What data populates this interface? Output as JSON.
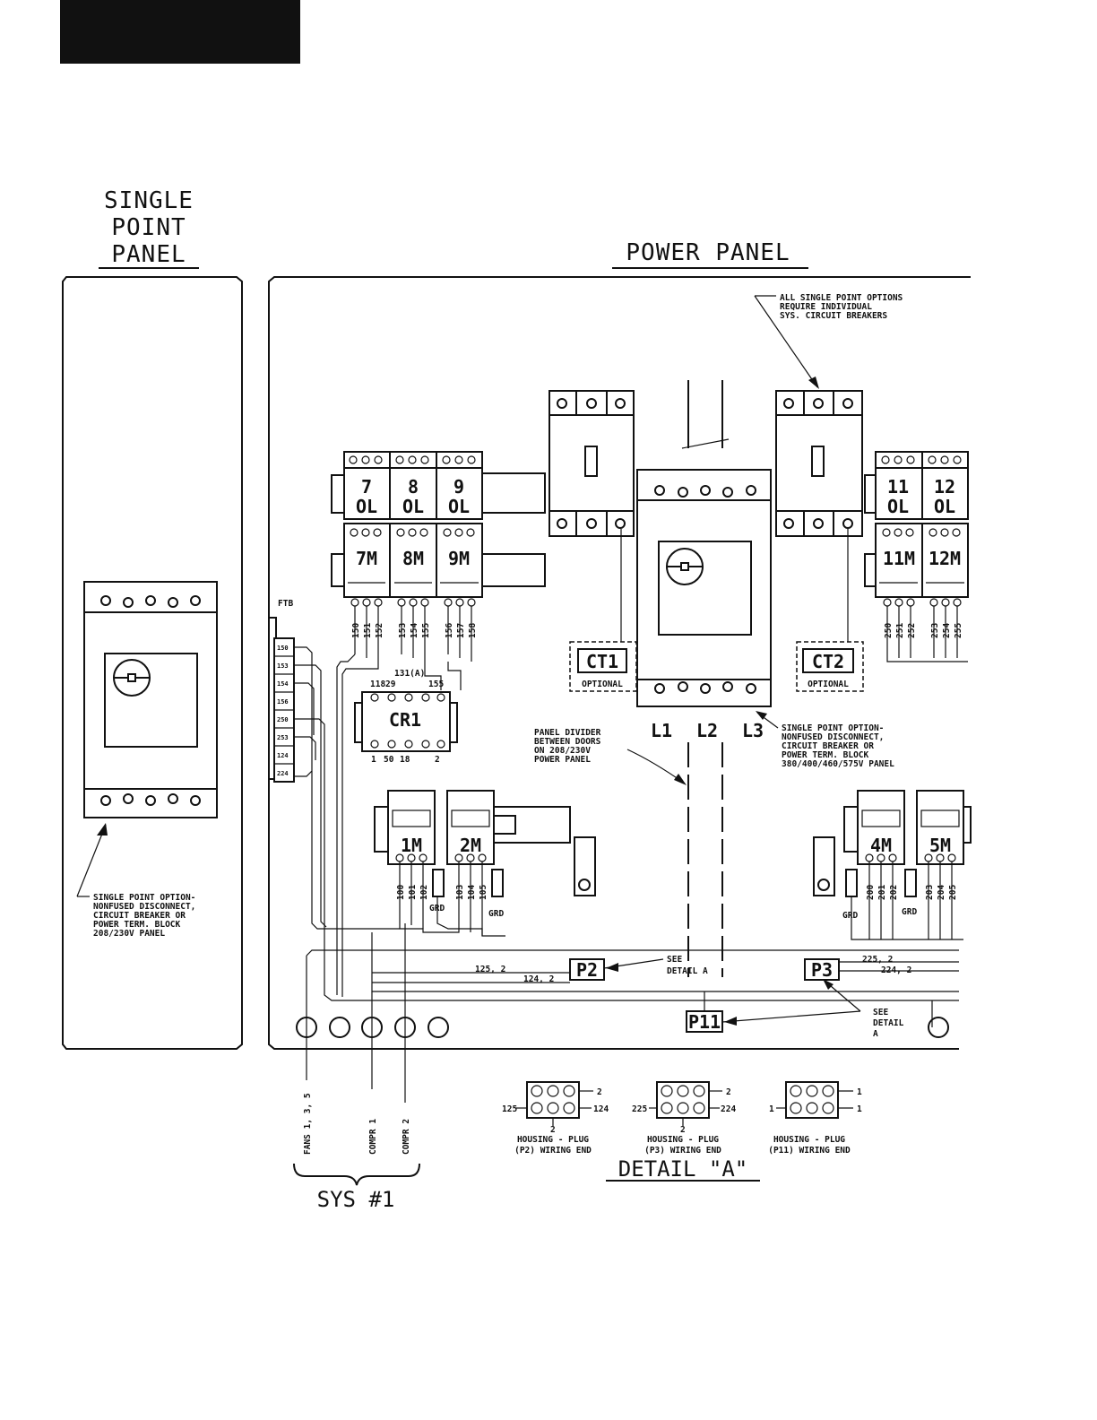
{
  "titles": {
    "single_point_panel": [
      "SINGLE",
      "POINT",
      "PANEL"
    ],
    "power_panel": "POWER PANEL",
    "detail_a": "DETAIL \"A\"",
    "sys1": "SYS #1"
  },
  "notes": {
    "sys_breakers": [
      "ALL SINGLE POINT OPTIONS",
      "REQUIRE INDIVIDUAL",
      "SYS. CIRCUIT BREAKERS"
    ],
    "left_disconnect": [
      "SINGLE POINT OPTION-",
      "NONFUSED DISCONNECT,",
      "CIRCUIT BREAKER OR",
      "POWER TERM. BLOCK",
      "208/230V PANEL"
    ],
    "right_disconnect": [
      "SINGLE POINT OPTION-",
      "NONFUSED DISCONNECT,",
      "CIRCUIT BREAKER OR",
      "POWER TERM. BLOCK",
      "380/400/460/575V PANEL"
    ],
    "panel_divider": [
      "PANEL DIVIDER",
      "BETWEEN DOORS",
      "ON 208/230V",
      "POWER PANEL"
    ],
    "see_detail_p2": [
      "SEE",
      "DETAIL A"
    ],
    "see_detail_p11": [
      "SEE",
      "DETAIL",
      "A"
    ]
  },
  "components": {
    "ol": [
      "7",
      "8",
      "9"
    ],
    "ol_right": [
      "11",
      "12"
    ],
    "ol_suffix": "OL",
    "contactors_top": [
      "7M",
      "8M",
      "9M"
    ],
    "contactors_right_top": [
      "11M",
      "12M"
    ],
    "contactors_low": [
      "1M",
      "2M"
    ],
    "contactors_right_low": [
      "4M",
      "5M"
    ],
    "cr1": "CR1",
    "ct1": "CT1",
    "ct2": "CT2",
    "optional": "OPTIONAL",
    "lines": [
      "L1",
      "L2",
      "L3"
    ],
    "ftb": "FTB",
    "p2": "P2",
    "p3": "P3",
    "p11": "P11",
    "grd": "GRD"
  },
  "wires": {
    "top_7_9": [
      "150",
      "151",
      "152",
      "153",
      "154",
      "155",
      "156",
      "157",
      "158"
    ],
    "top_11_12": [
      "250",
      "251",
      "252",
      "253",
      "254",
      "255"
    ],
    "low_1_2": [
      "100",
      "101",
      "102",
      "103",
      "104",
      "105"
    ],
    "low_4_5": [
      "200",
      "201",
      "202",
      "203",
      "204",
      "205"
    ],
    "ftb_terms": [
      "150",
      "153",
      "154",
      "156",
      "250",
      "253",
      "124",
      "224"
    ],
    "cr1_top": [
      "118",
      "29",
      "131(A)",
      "155"
    ],
    "cr1_bottom": [
      "1",
      "50",
      "18",
      "2"
    ],
    "p2_wires": [
      "125, 2",
      "124, 2"
    ],
    "p3_wires": [
      "225, 2",
      "224, 2"
    ],
    "sys1_labels": [
      "FANS 1, 3, 5",
      "COMPR 1",
      "COMPR 2"
    ]
  },
  "detail_a": {
    "plugs": [
      {
        "left": "125",
        "right": "124",
        "top_right": "2",
        "bottom": "2",
        "caption": [
          "HOUSING - PLUG",
          "(P2) WIRING END"
        ]
      },
      {
        "left": "225",
        "right": "224",
        "top_right": "2",
        "bottom": "2",
        "caption": [
          "HOUSING - PLUG",
          "(P3) WIRING END"
        ]
      },
      {
        "left": "1",
        "right": "1",
        "top_right": "1",
        "bottom": "",
        "caption": [
          "HOUSING - PLUG",
          "(P11) WIRING END"
        ]
      }
    ]
  }
}
